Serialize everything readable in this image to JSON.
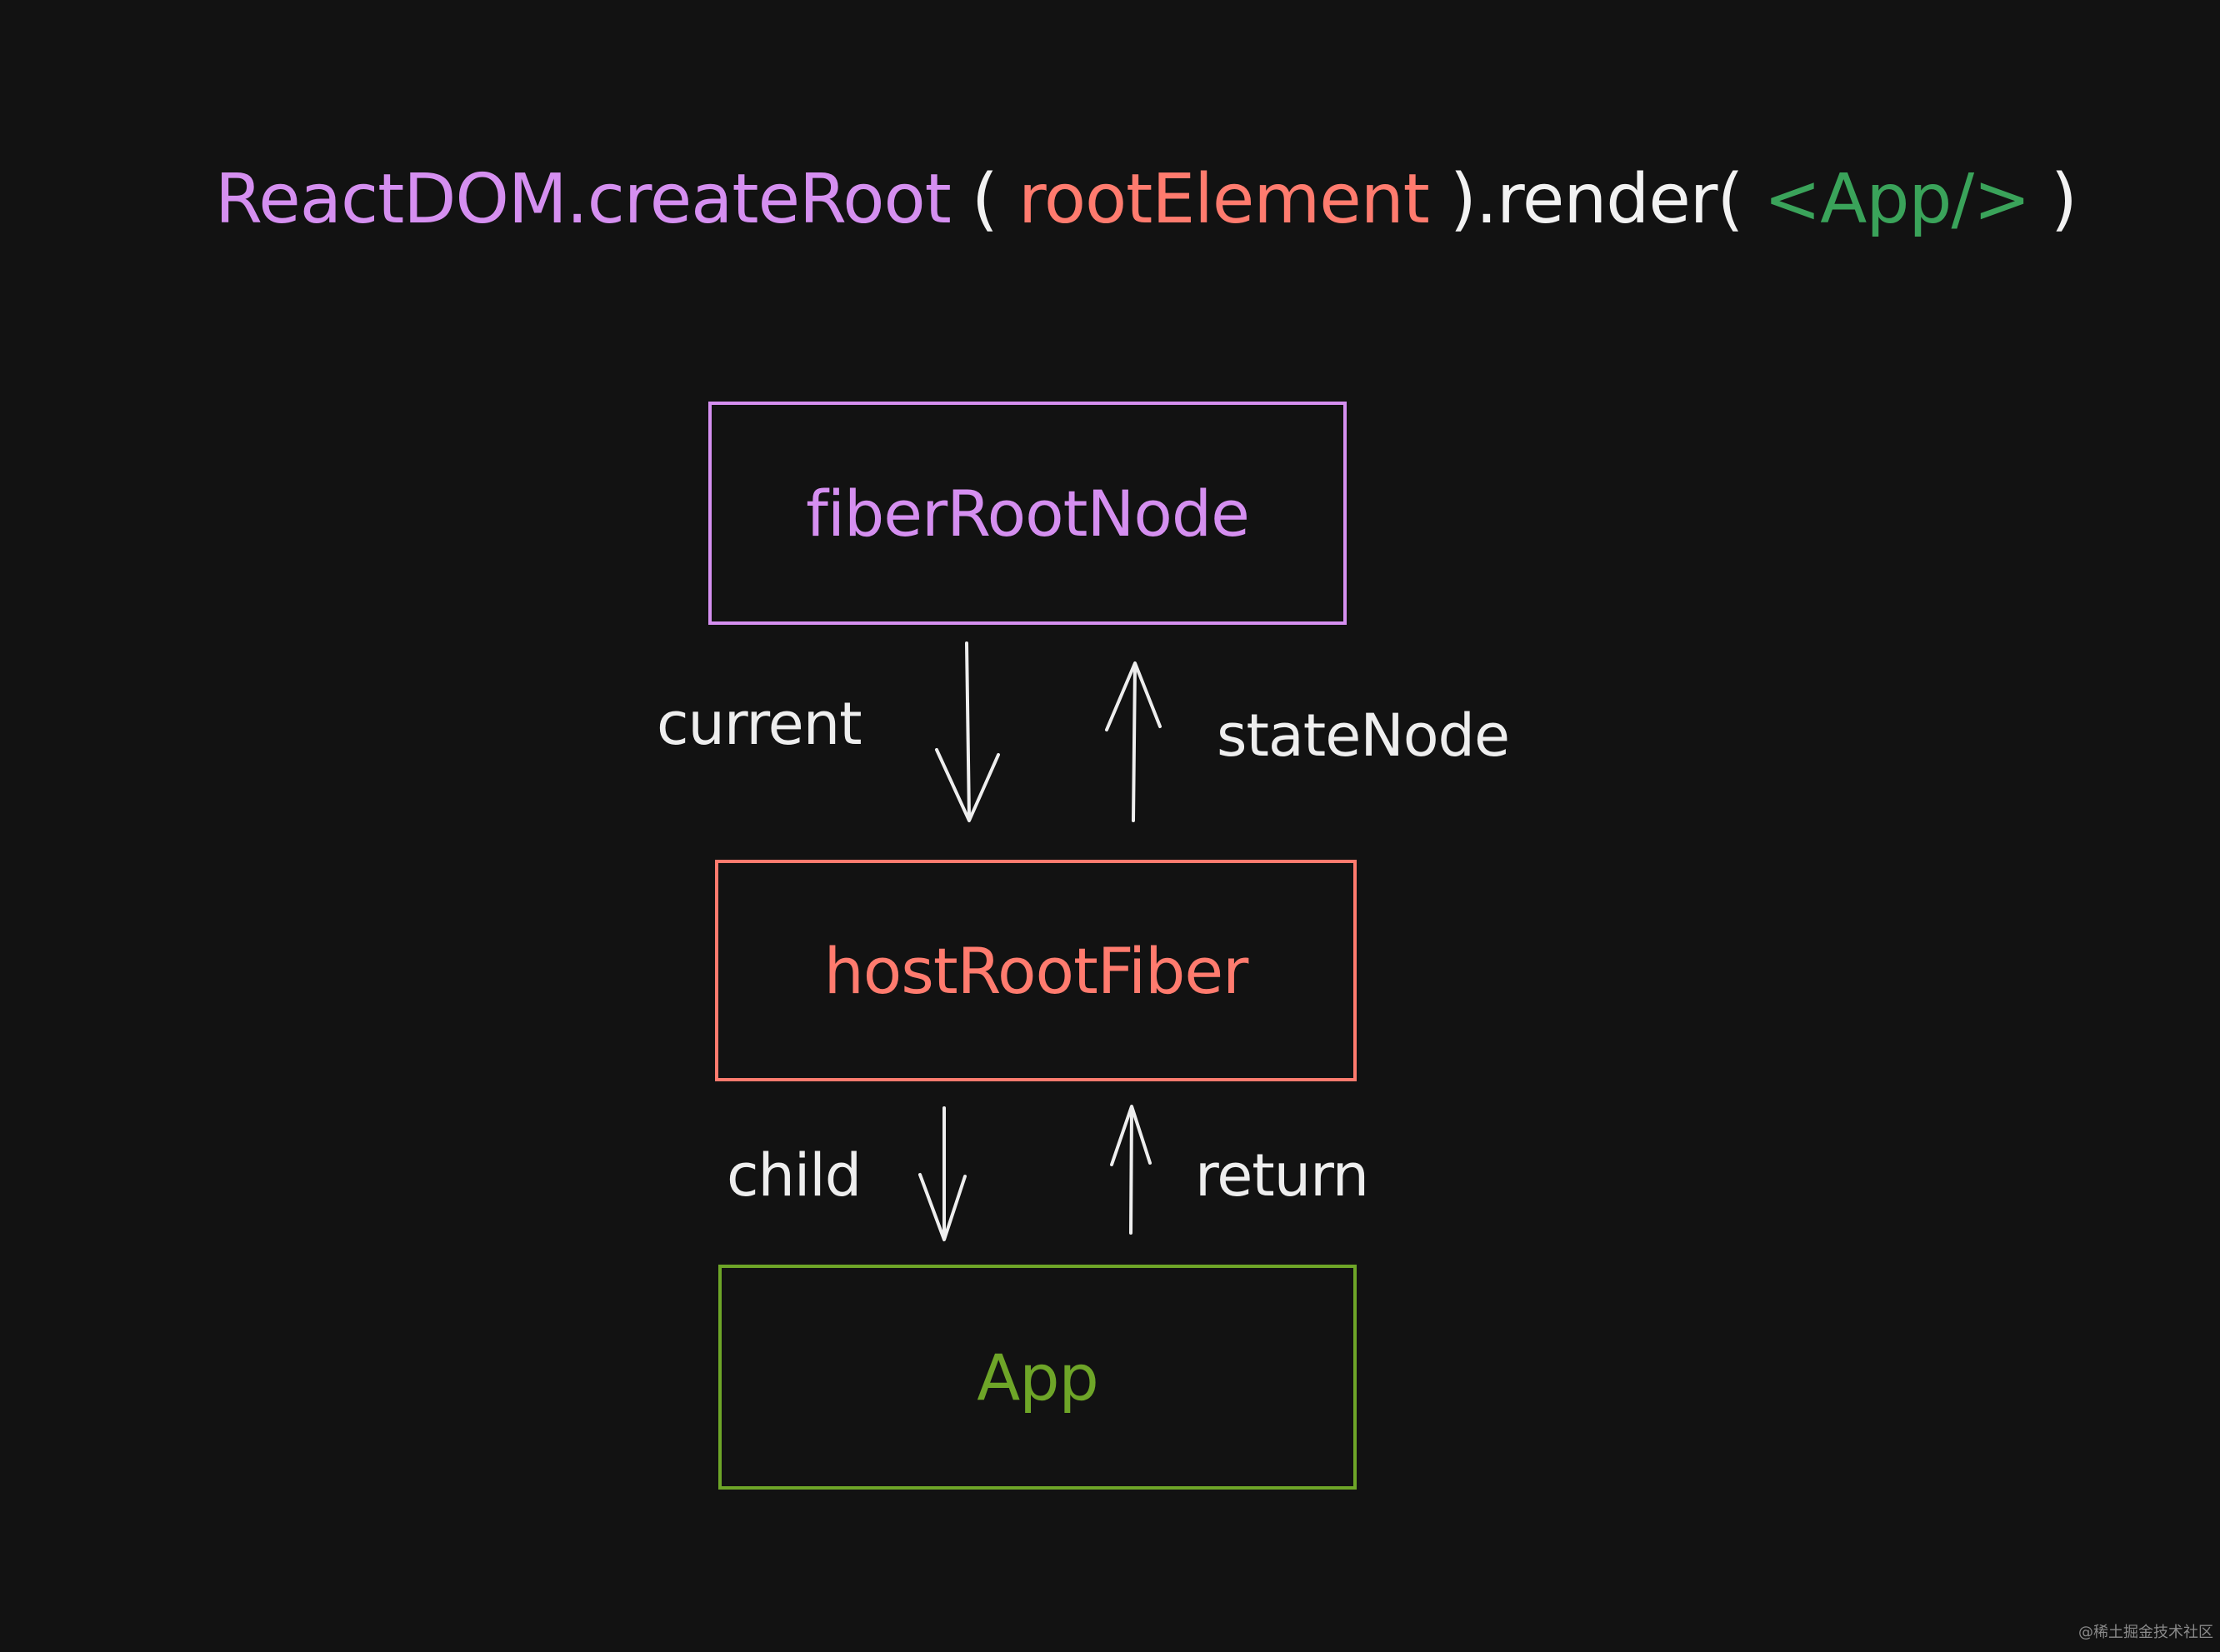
{
  "code": {
    "part1": "ReactDOM.createRoot",
    "part2": " ( ",
    "part3": "rootElement",
    "part4": " ).render( ",
    "part5": "<App/>",
    "part6": " )",
    "colors": {
      "function": "#d58ff0",
      "punct": "#f2f2f2",
      "arg": "#ff7b6e",
      "element": "#3aa35a"
    }
  },
  "nodes": {
    "fiber_root": {
      "label": "fiberRootNode",
      "color": "#d58ff0"
    },
    "host_root": {
      "label": "hostRootFiber",
      "color": "#ff7b6e"
    },
    "app": {
      "label": "App",
      "color": "#6ea528"
    }
  },
  "edges": {
    "current": "current",
    "state_node": "stateNode",
    "child": "child",
    "return": "return"
  },
  "watermark": "@稀土掘金技术社区"
}
